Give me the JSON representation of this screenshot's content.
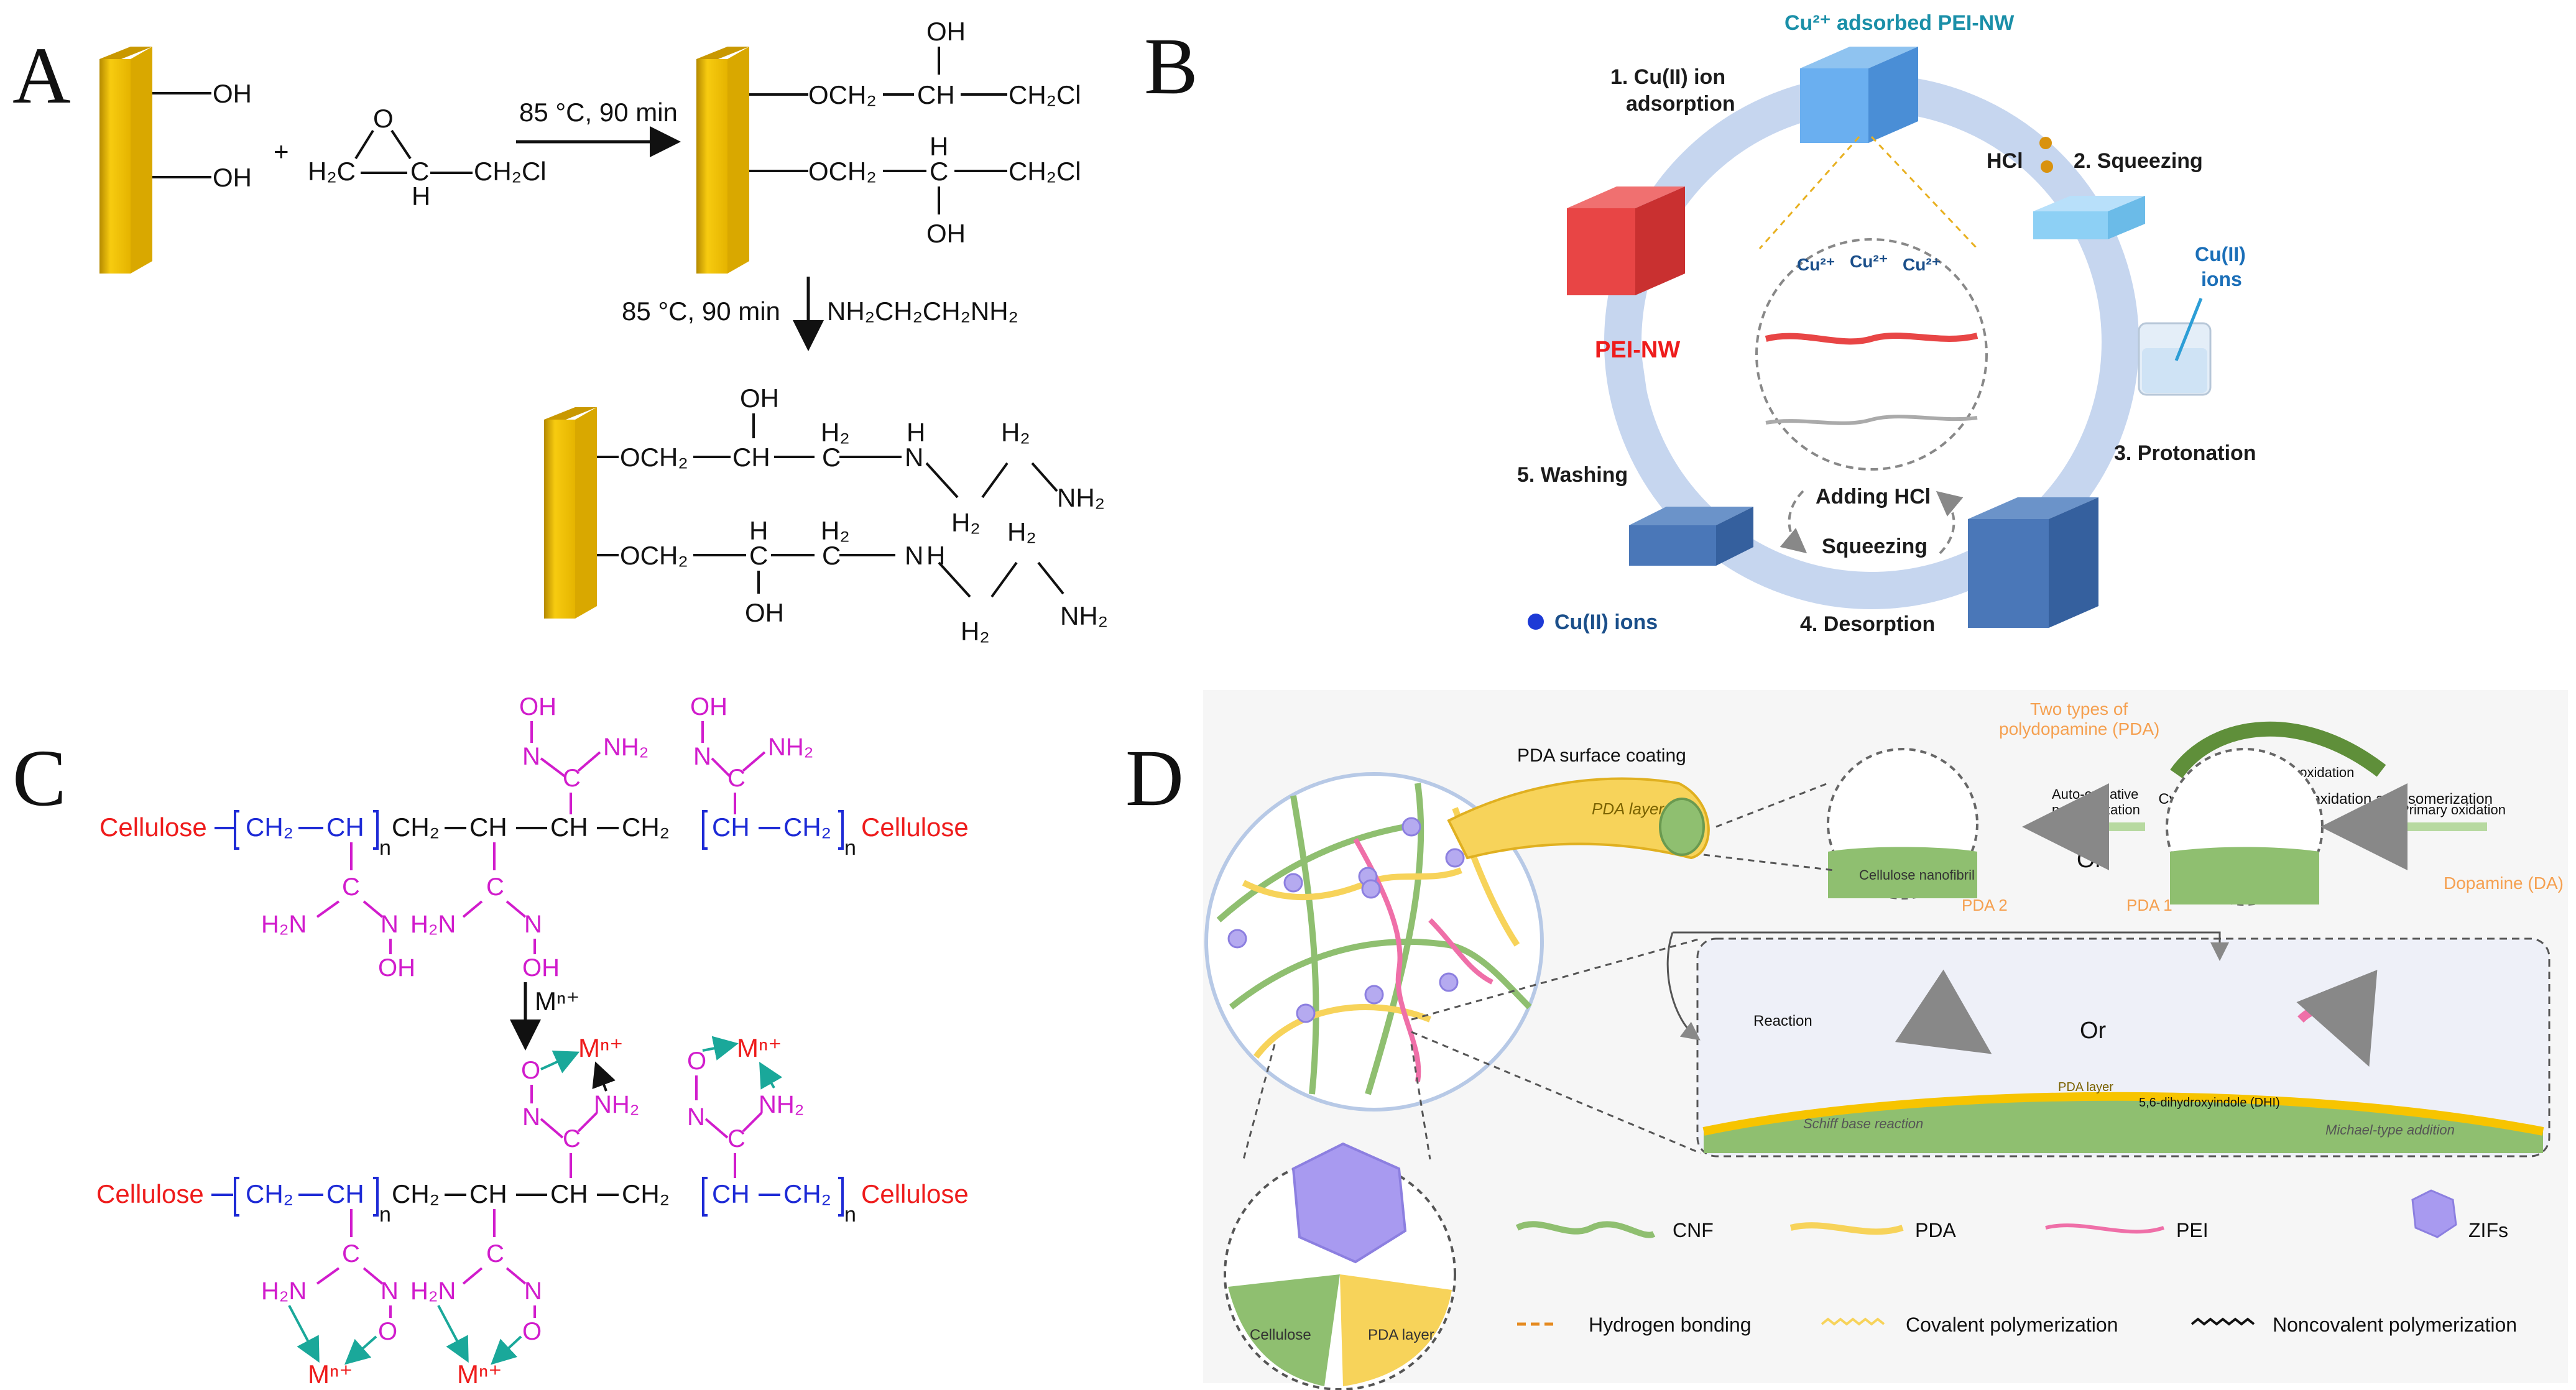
{
  "panels": {
    "A": {
      "letter": "A",
      "oh": "OH",
      "plus": "+",
      "o": "O",
      "h2c": "H₂C",
      "c": "C",
      "h": "H",
      "ch2cl": "CH₂Cl",
      "cond1": "85 °C, 90 min",
      "och2": "OCH₂",
      "ch": "CH",
      "cond2": "85 °C, 90 min",
      "amine": "NH₂CH₂CH₂NH₂",
      "h2": "H₂",
      "n": "N",
      "nh2": "NH₂"
    },
    "B": {
      "letter": "B",
      "top": "Cu²⁺ adsorbed PEI-NW",
      "step1a": "1. Cu(II) ion",
      "step1b": "adsorption",
      "hcl": "HCl",
      "step2": "2. Squeezing",
      "cuions_a": "Cu(II)",
      "cuions_b": "ions",
      "step3": "3. Protonation",
      "step4": "4. Desorption",
      "step5": "5. Washing",
      "pei": "PEI-NW",
      "adding": "Adding HCl",
      "squeezing": "Squeezing",
      "legend": "Cu(II) ions",
      "cu2": "Cu²⁺"
    },
    "C": {
      "letter": "C",
      "cellulose": "Cellulose",
      "ch2": "CH₂",
      "ch": "CH",
      "n": "n",
      "oh": "OH",
      "nlabel": "N",
      "c": "C",
      "nh2": "NH₂",
      "h2n": "H₂N",
      "o": "O",
      "mn": "Mⁿ⁺",
      "mlabel": "M"
    },
    "D": {
      "letter": "D",
      "pda_coating": "PDA surface coating",
      "pda_layer": "PDA layer",
      "two_types_a": "Two types of",
      "two_types_b": "polydopamine (PDA)",
      "cyclization": "Cyclization, secondary oxidation and isomerization",
      "auto_a": "Auto-oxidative",
      "auto_b": "polymerization",
      "tertiary": "Tertiary oxidation",
      "primary": "Primary oxidation",
      "cellulose_nanofibril": "Cellulose nanofibril",
      "pda2": "PDA 2",
      "pda1": "PDA 1",
      "or": "Or",
      "dopamine": "Dopamine (DA)",
      "reaction": "Reaction",
      "schiff": "Schiff base reaction",
      "dhi": "5,6-dihydroxyindole (DHI)",
      "michael": "Michael-type addition",
      "cellulose": "Cellulose",
      "legend": {
        "cnf": "CNF",
        "pda": "PDA",
        "pei": "PEI",
        "zifs": "ZIFs",
        "hbond": "Hydrogen bonding",
        "covalent": "Covalent polymerization",
        "noncovalent": "Noncovalent polymerization"
      }
    }
  },
  "colors": {
    "gold": "#f5c400",
    "magenta": "#d11ccc",
    "red": "#ee1c1c",
    "blue": "#1d2ad6",
    "cnf_green": "#8fbf70",
    "pda_yellow": "#f7d35a",
    "pei_pink": "#ef6fa8",
    "zif_purple": "#a89af0",
    "cycle_blue": "#c6d6ef"
  }
}
